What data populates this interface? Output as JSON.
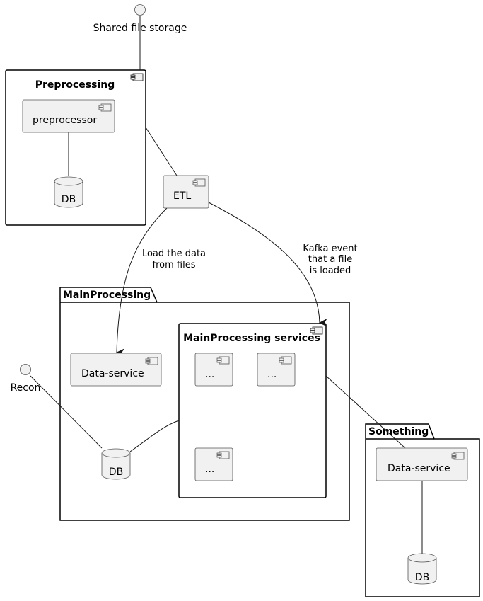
{
  "diagram": {
    "type": "component-diagram",
    "interfaces": {
      "shared_storage": "Shared file storage",
      "recon": "Recon"
    },
    "components": {
      "preprocessing": "Preprocessing",
      "preprocessor": "preprocessor",
      "preprocessing_db": "DB",
      "etl": "ETL",
      "main_data_service": "Data-service",
      "main_db": "DB",
      "main_services": "MainProcessing services",
      "svc1": "...",
      "svc2": "...",
      "svc3": "...",
      "something_data_service": "Data-service",
      "something_db": "DB"
    },
    "packages": {
      "main": "MainProcessing",
      "something": "Something"
    },
    "edge_labels": {
      "load_data": [
        "Load the data",
        "from files"
      ],
      "kafka": [
        "Kafka event",
        "that a file",
        "is loaded"
      ]
    },
    "edges": [
      {
        "from": "Shared file storage",
        "to": "Preprocessing"
      },
      {
        "from": "preprocessor",
        "to": "DB (Preprocessing)"
      },
      {
        "from": "Preprocessing",
        "to": "ETL"
      },
      {
        "from": "ETL",
        "to": "Data-service (MainProcessing)",
        "label": "Load the data from files",
        "arrow": true
      },
      {
        "from": "ETL",
        "to": "MainProcessing services",
        "label": "Kafka event that a file is loaded",
        "arrow": true
      },
      {
        "from": "Recon",
        "to": "DB (MainProcessing)"
      },
      {
        "from": "DB (MainProcessing)",
        "to": "MainProcessing services"
      },
      {
        "from": "MainProcessing services",
        "to": "Data-service (Something)"
      },
      {
        "from": "Data-service (Something)",
        "to": "DB (Something)"
      }
    ]
  }
}
